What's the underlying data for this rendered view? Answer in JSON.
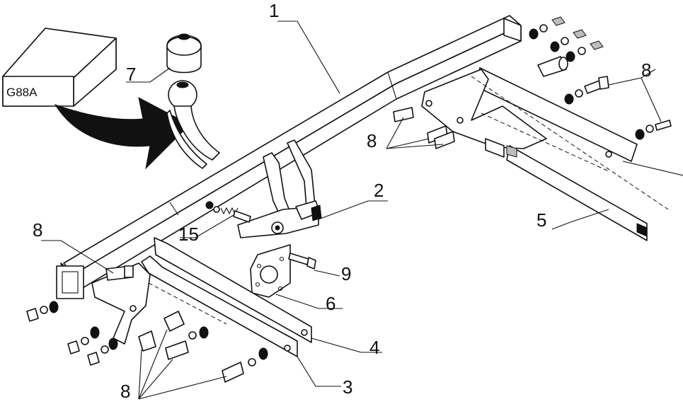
{
  "box_label": "G88A",
  "callouts": {
    "c1": "1",
    "c2": "2",
    "c3": "3",
    "c4": "4",
    "c5": "5",
    "c6": "6",
    "c7": "7",
    "c8_top_right": "8",
    "c8_mid_right": "8",
    "c8_left": "8",
    "c8_bottom": "8",
    "c9": "9",
    "c15": "15"
  }
}
